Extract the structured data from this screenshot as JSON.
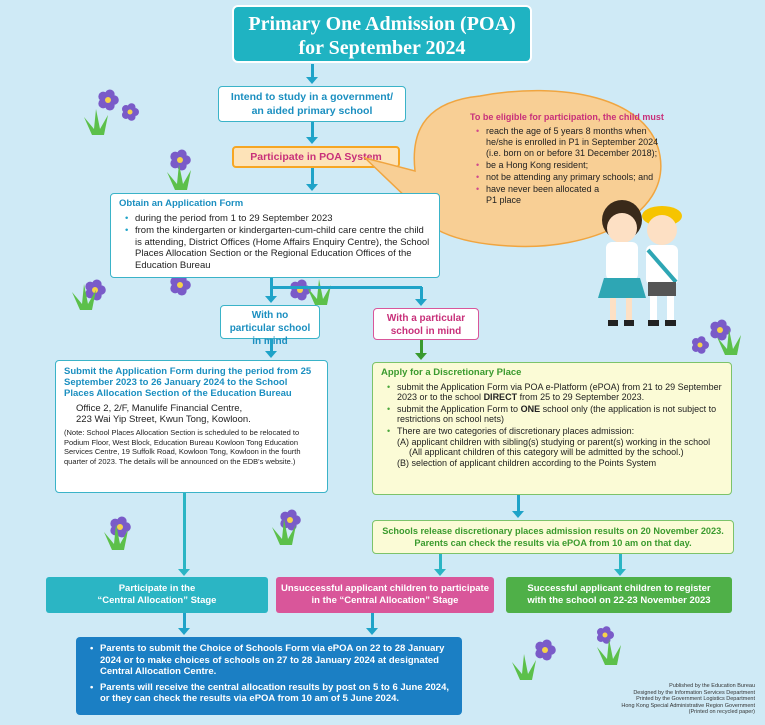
{
  "title": {
    "line1": "Primary One Admission (POA)",
    "line2": "for September 2024"
  },
  "intend": {
    "line1": "Intend to study in a government/",
    "line2": "an aided primary school"
  },
  "participate": "Participate in POA System",
  "eligibility": {
    "heading": "To be eligible for participation, the child must",
    "items": [
      "reach the age of 5 years 8 months when he/she is enrolled in P1 in September 2024",
      "be a Hong Kong resident;",
      "not be attending any primary schools; and",
      "have never been allocated a P1 place"
    ],
    "item0_note": "(i.e. born on or before 31 December 2018);"
  },
  "obtain": {
    "heading": "Obtain an Application Form",
    "items": [
      "during the period from 1 to 29 September 2023",
      "from the kindergarten or kindergarten-cum-child care centre the child is attending, District Offices (Home Affairs Enquiry Centre), the School Places Allocation Section or the Regional Education Offices of the Education Bureau"
    ]
  },
  "no_particular": "With no particular school in mind",
  "with_particular": "With a particular school in mind",
  "submit": {
    "heading": "Submit the Application Form during the period from 25 September 2023 to 26 January 2024 to the School Places Allocation Section of the Education Bureau",
    "address_line1": "Office 2, 2/F, Manulife Financial Centre,",
    "address_line2": "223 Wai Yip Street, Kwun Tong, Kowloon.",
    "note": "(Note: School Places Allocation Section is scheduled to be relocated to Podium Floor, West Block, Education Bureau Kowloon Tong Education Services Centre, 19 Suffolk Road, Kowloon Tong, Kowloon in the fourth quarter of 2023. The details will be announced on the EDB's website.)"
  },
  "discretionary": {
    "heading": "Apply for a Discretionary Place",
    "item1_a": "submit the Application Form via POA e-Platform (ePOA) from 21 to 29 September 2023 or to the school ",
    "item1_b": "DIRECT",
    "item1_c": " from 25 to 29 September 2023.",
    "item2_a": "submit the Application Form to ",
    "item2_b": "ONE",
    "item2_c": " school only (the application is not subject to restrictions on school nets)",
    "item3": "There are two categories of discretionary places admission:",
    "sub_a": "(A) applicant children with sibling(s) studying or parent(s) working in the school",
    "sub_a_note": "(All applicant children of this category will be admitted by the school.)",
    "sub_b": "(B) selection of applicant children according to the Points System"
  },
  "release": {
    "line1": "Schools release discretionary places admission results on 20 November 2023.",
    "line2": "Parents can check the results via ePOA from 10 am on that day."
  },
  "central_stage": {
    "line1": "Participate in the",
    "line2": "“Central Allocation” Stage"
  },
  "unsuccessful": {
    "line1": "Unsuccessful applicant children to participate",
    "line2": "in the “Central Allocation” Stage"
  },
  "successful": {
    "line1": "Successful applicant children to register",
    "line2": "with the school on 22-23 November 2023"
  },
  "final": {
    "item1": "Parents to submit the Choice of Schools Form via ePOA on 22 to 28 January 2024 or to make choices of schools on 27 to 28 January 2024 at designated Central Allocation Centre.",
    "item2": "Parents will receive the central allocation results by post on 5 to 6 June 2024, or they can check the results via ePOA from 10 am of 5 June 2024."
  },
  "credits": {
    "line1": "Published by the Education Bureau",
    "line2": "Designed by the Information Services Department",
    "line3": "Printed by the Government Logistics Department",
    "line4": "Hong Kong Special Administrative Region Government",
    "line5": "(Printed on recycled paper)"
  },
  "colors": {
    "background": "#cfeaf6",
    "teal": "#1fb3c2",
    "orange": "#f6a623",
    "bubble": "#f8cf95",
    "pink": "#d9569a",
    "green": "#4fb048",
    "blue": "#1b7fc4"
  }
}
